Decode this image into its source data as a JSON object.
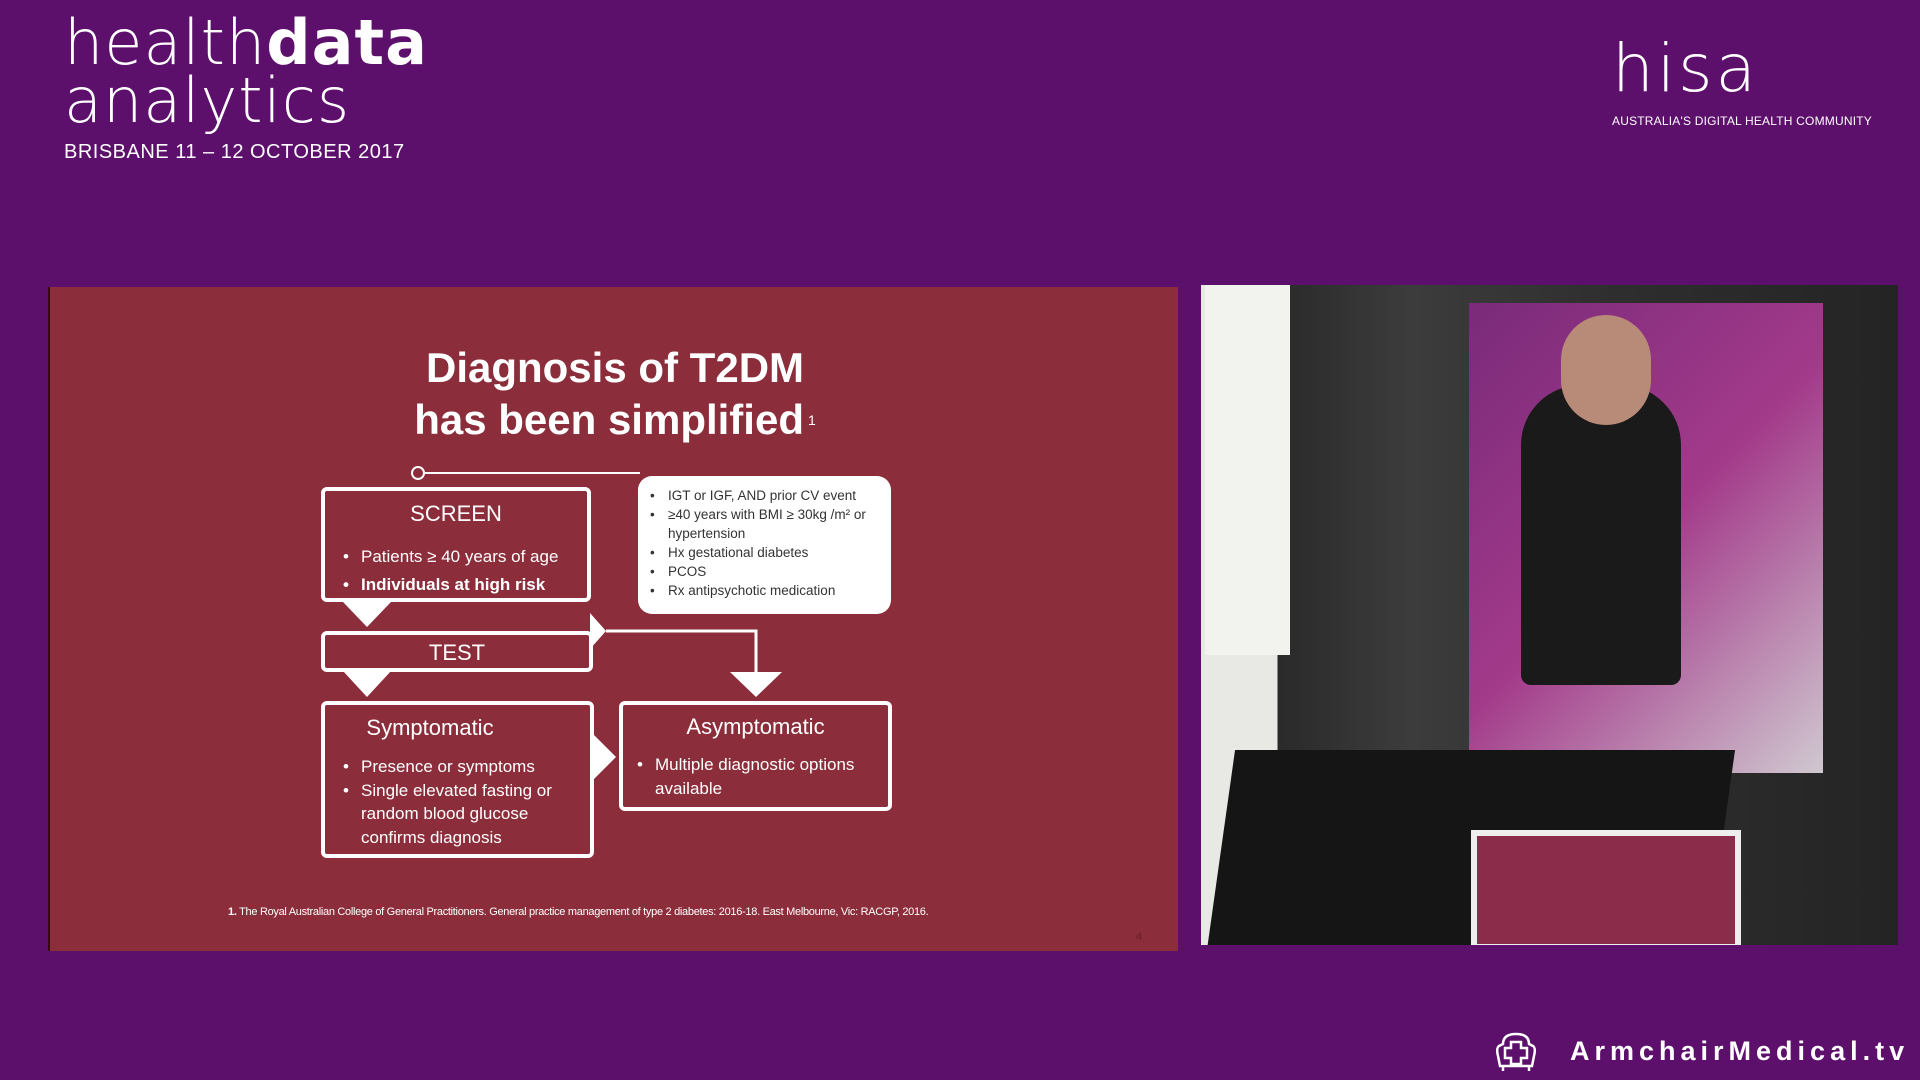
{
  "header": {
    "logo_line1_light": "health",
    "logo_line1_bold": "data",
    "logo_line2": "analytics",
    "event_date": "BRISBANE 11 – 12 OCTOBER 2017",
    "sponsor_logo": "hisa",
    "sponsor_tagline": "AUSTRALIA'S DIGITAL HEALTH COMMUNITY"
  },
  "slide": {
    "title_line1": "Diagnosis of T2DM",
    "title_line2": "has been simplified",
    "title_ref": "1",
    "screen": {
      "title": "SCREEN",
      "items": [
        "Patients ≥ 40 years of age",
        "Individuals at high risk"
      ]
    },
    "risk_factors": [
      "IGT or IGF, AND prior CV event",
      "≥40 years with BMI ≥  30kg /m² or hypertension",
      "Hx gestational diabetes",
      "PCOS",
      "Rx antipsychotic medication"
    ],
    "test": {
      "title": "TEST"
    },
    "symptomatic": {
      "title": "Symptomatic",
      "items": [
        "Presence or symptoms",
        "Single elevated fasting or random blood glucose confirms diagnosis"
      ]
    },
    "asymptomatic": {
      "title": "Asymptomatic",
      "items": [
        "Multiple diagnostic options available"
      ]
    },
    "footnote_num": "1.",
    "footnote": "The Royal Australian College of General Practitioners. General practice management of type 2 diabetes: 2016-18. East Melbourne, Vic: RACGP, 2016.",
    "page_number": "4",
    "background_color": "#8b2d3a"
  },
  "footer": {
    "brand": "ArmchairMedical.tv",
    "brand_icon": "armchair-cross-icon"
  },
  "colors": {
    "background": "#5c0f6b"
  }
}
